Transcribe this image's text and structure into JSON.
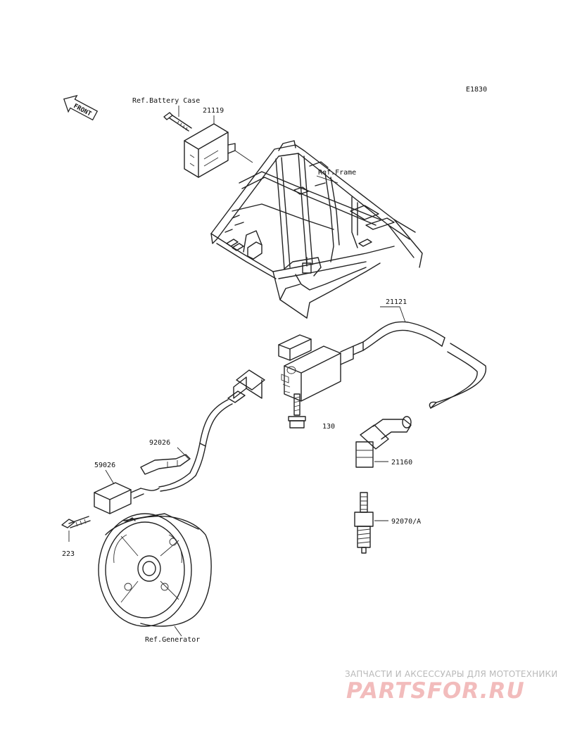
{
  "diagram_code": "E1830",
  "front_label": "FRONT",
  "labels": {
    "battery_case_ref": "Ref.Battery Case",
    "part_21119": "21119",
    "frame_ref": "Ref.Frame",
    "part_21121": "21121",
    "part_130": "130",
    "part_92026": "92026",
    "part_59026": "59026",
    "part_21160": "21160",
    "part_223": "223",
    "part_92070": "92070/A",
    "generator_ref": "Ref.Generator"
  },
  "watermark": {
    "tagline": "ЗАПЧАСТИ И АКСЕССУАРЫ ДЛЯ МОТОТЕХНИКИ",
    "logo": "PARTSFOR.RU"
  }
}
